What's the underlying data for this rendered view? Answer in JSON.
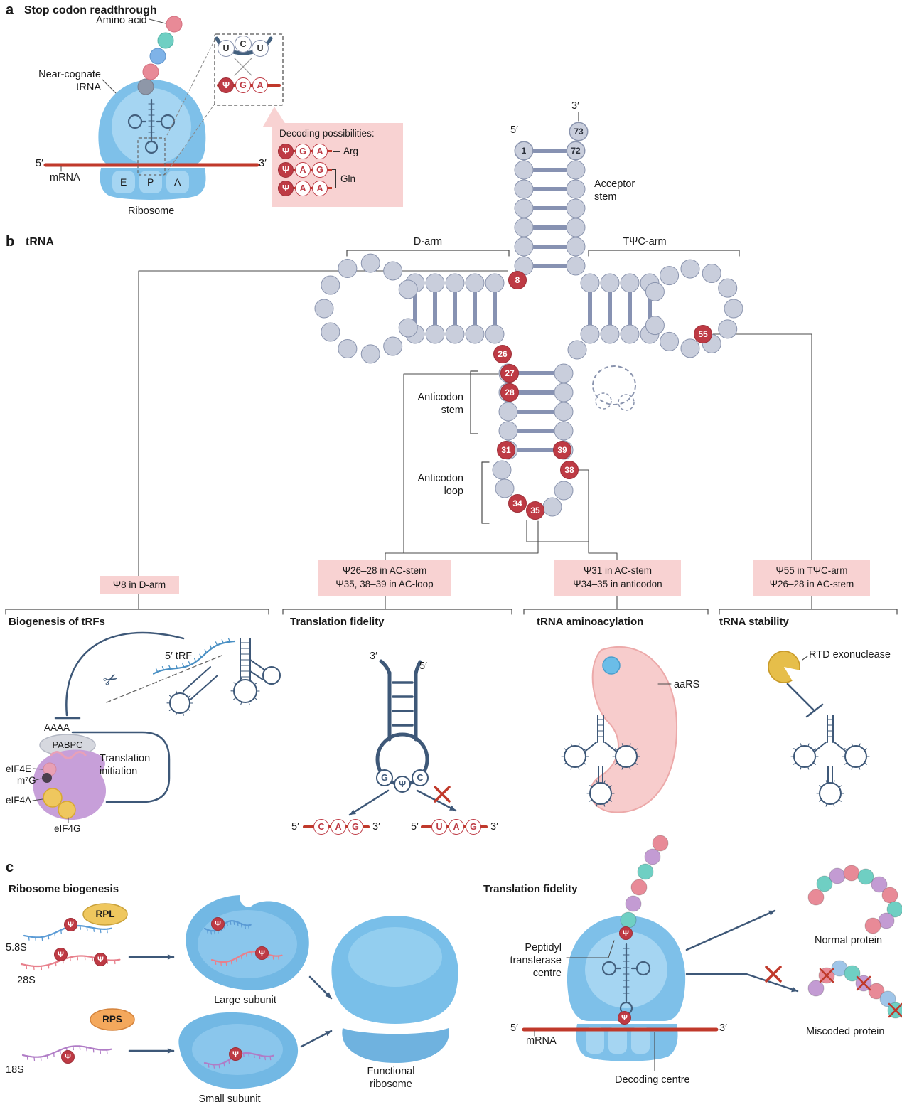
{
  "glyphs": {
    "psi": "Ψ",
    "scissors": "✂"
  },
  "colors": {
    "accent_red": "#BE3A44",
    "ribosome_blue": "#7EC0E9",
    "pink_box": "#F8D2D2",
    "mrna_red": "#C0392B",
    "navy": "#3E5878"
  },
  "panel_a": {
    "letter": "a",
    "title": "Stop codon readthrough",
    "amino_acid_label": "Amino acid",
    "near_cognate_label": "Near-cognate tRNA",
    "five_prime": "5′",
    "three_prime": "3′",
    "mrna_label": "mRNA",
    "site_e": "E",
    "site_p": "P",
    "site_a": "A",
    "ribosome_label": "Ribosome",
    "inset": {
      "top_codon": [
        "U",
        "C",
        "U"
      ],
      "bottom_codon": [
        "Ψ",
        "G",
        "A"
      ]
    },
    "decoding": {
      "title": "Decoding possibilities:",
      "rows": [
        {
          "codon": [
            "Ψ",
            "G",
            "A"
          ],
          "amino_acid": "Arg"
        },
        {
          "codon": [
            "Ψ",
            "A",
            "G"
          ],
          "amino_acid": "Gln"
        },
        {
          "codon": [
            "Ψ",
            "A",
            "A"
          ],
          "amino_acid": "Gln"
        }
      ]
    }
  },
  "panel_b": {
    "letter": "b",
    "title": "tRNA",
    "five_prime": "5′",
    "three_prime": "3′",
    "labels": {
      "acceptor_stem": "Acceptor stem",
      "d_arm": "D-arm",
      "tpsic_arm": "TΨC-arm",
      "anticodon_stem": "Anticodon stem",
      "anticodon_loop": "Anticodon loop"
    },
    "positions": {
      "p1": "1",
      "p72": "72",
      "p73": "73",
      "p8": "8",
      "p26": "26",
      "p27": "27",
      "p28": "28",
      "p31": "31",
      "p34": "34",
      "p35": "35",
      "p38": "38",
      "p39": "39",
      "p55": "55"
    },
    "boxes": {
      "box1_line1": "Ψ8 in D-arm",
      "box2_line1": "Ψ26–28 in AC-stem",
      "box2_line2": "Ψ35, 38–39 in AC-loop",
      "box3_line1": "Ψ31 in AC-stem",
      "box3_line2": "Ψ34–35 in anticodon",
      "box4_line1": "Ψ55 in TΨC-arm",
      "box4_line2": "Ψ26–28 in AC-stem"
    },
    "sections": {
      "trf": "Biogenesis of tRFs",
      "fidelity": "Translation fidelity",
      "aminoacylation": "tRNA aminoacylation",
      "stability": "tRNA stability"
    },
    "trf": {
      "trf_label": "5′ tRF",
      "polya": "AAAA",
      "pabpc": "PABPC",
      "translation_initiation": "Translation initiation",
      "eif4e": "eIF4E",
      "m7g": "m⁷G",
      "eif4a": "eIF4A",
      "eif4g": "eIF4G"
    },
    "fidelity": {
      "three_prime": "3′",
      "five_prime": "5′",
      "anticodon": [
        "G",
        "Ψ",
        "C"
      ],
      "codon_match": [
        "C",
        "A",
        "G"
      ],
      "codon_stop": [
        "U",
        "A",
        "G"
      ]
    },
    "aminoacylation": {
      "aars": "aaRS"
    },
    "stability": {
      "rtd": "RTD exonuclease"
    }
  },
  "panel_c": {
    "letter": "c",
    "biogenesis_title": "Ribosome biogenesis",
    "fidelity_title": "Translation fidelity",
    "rpl": "RPL",
    "rps": "RPS",
    "rrna_58s": "5.8S",
    "rrna_28s": "28S",
    "rrna_18s": "18S",
    "large_subunit": "Large subunit",
    "small_subunit": "Small subunit",
    "functional_ribosome": "Functional ribosome",
    "ptc": "Peptidyl transferase centre",
    "decoding_centre": "Decoding centre",
    "five_prime": "5′",
    "three_prime": "3′",
    "mrna_label": "mRNA",
    "normal_protein": "Normal protein",
    "miscoded_protein": "Miscoded protein"
  }
}
